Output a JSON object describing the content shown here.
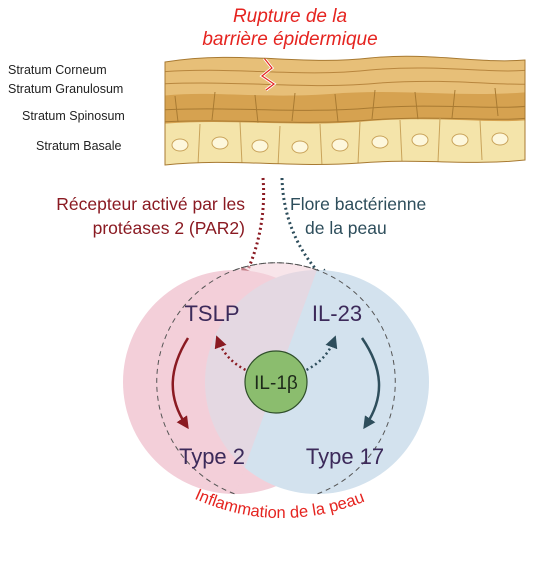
{
  "title_line1": "Rupture de la",
  "title_line2": "barrière épidermique",
  "layers": [
    "Stratum Corneum",
    "Stratum Granulosum",
    "Stratum Spinosum",
    "Stratum Basale"
  ],
  "left_source_line1": "Récepteur activé par les",
  "left_source_line2": "protéases 2 (PAR2)",
  "right_source_line1": "Flore bactérienne",
  "right_source_line2": "de la peau",
  "nodes": {
    "tslp": "TSLP",
    "il23": "IL-23",
    "il1b": "IL-1β",
    "type2": "Type 2",
    "type17": "Type 17"
  },
  "bottom_label": "Inflammation de la peau",
  "colors": {
    "title_red": "#e52420",
    "left_text": "#8a1a22",
    "right_text": "#2e4e5c",
    "node_text": "#3c2a5a",
    "pink_circle": "#f3cfd9",
    "blue_circle": "#d3e2ee",
    "green_circle": "#8bbd6e",
    "skin_top": "#e3b870",
    "skin_mid": "#d6a250",
    "skin_basal": "#f3e3a8"
  }
}
